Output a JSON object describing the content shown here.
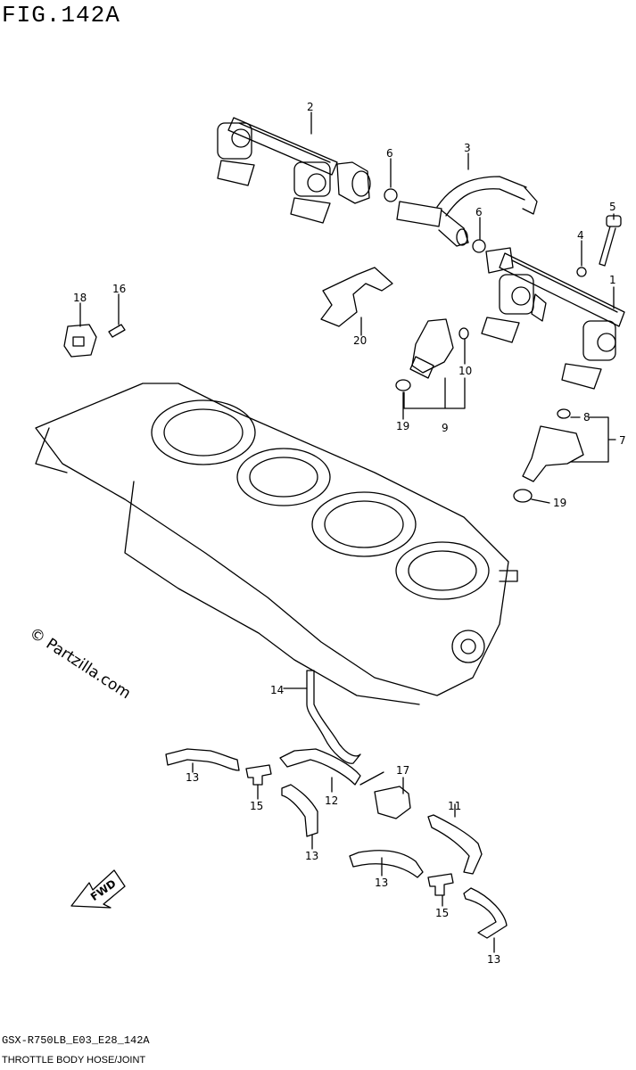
{
  "figure_title": "FIG.142A",
  "footer": {
    "model_code": "GSX-R750LB_E03_E28_142A",
    "section_name": "THROTTLE BODY HOSE/JOINT"
  },
  "watermark": "© Partzilla.com",
  "fwd_label": "FWD",
  "callouts": [
    "2",
    "3",
    "6",
    "6",
    "4",
    "5",
    "1",
    "18",
    "16",
    "20",
    "10",
    "9",
    "19",
    "8",
    "7",
    "19",
    "14",
    "13",
    "17",
    "15",
    "12",
    "11",
    "13",
    "13",
    "15",
    "13"
  ]
}
